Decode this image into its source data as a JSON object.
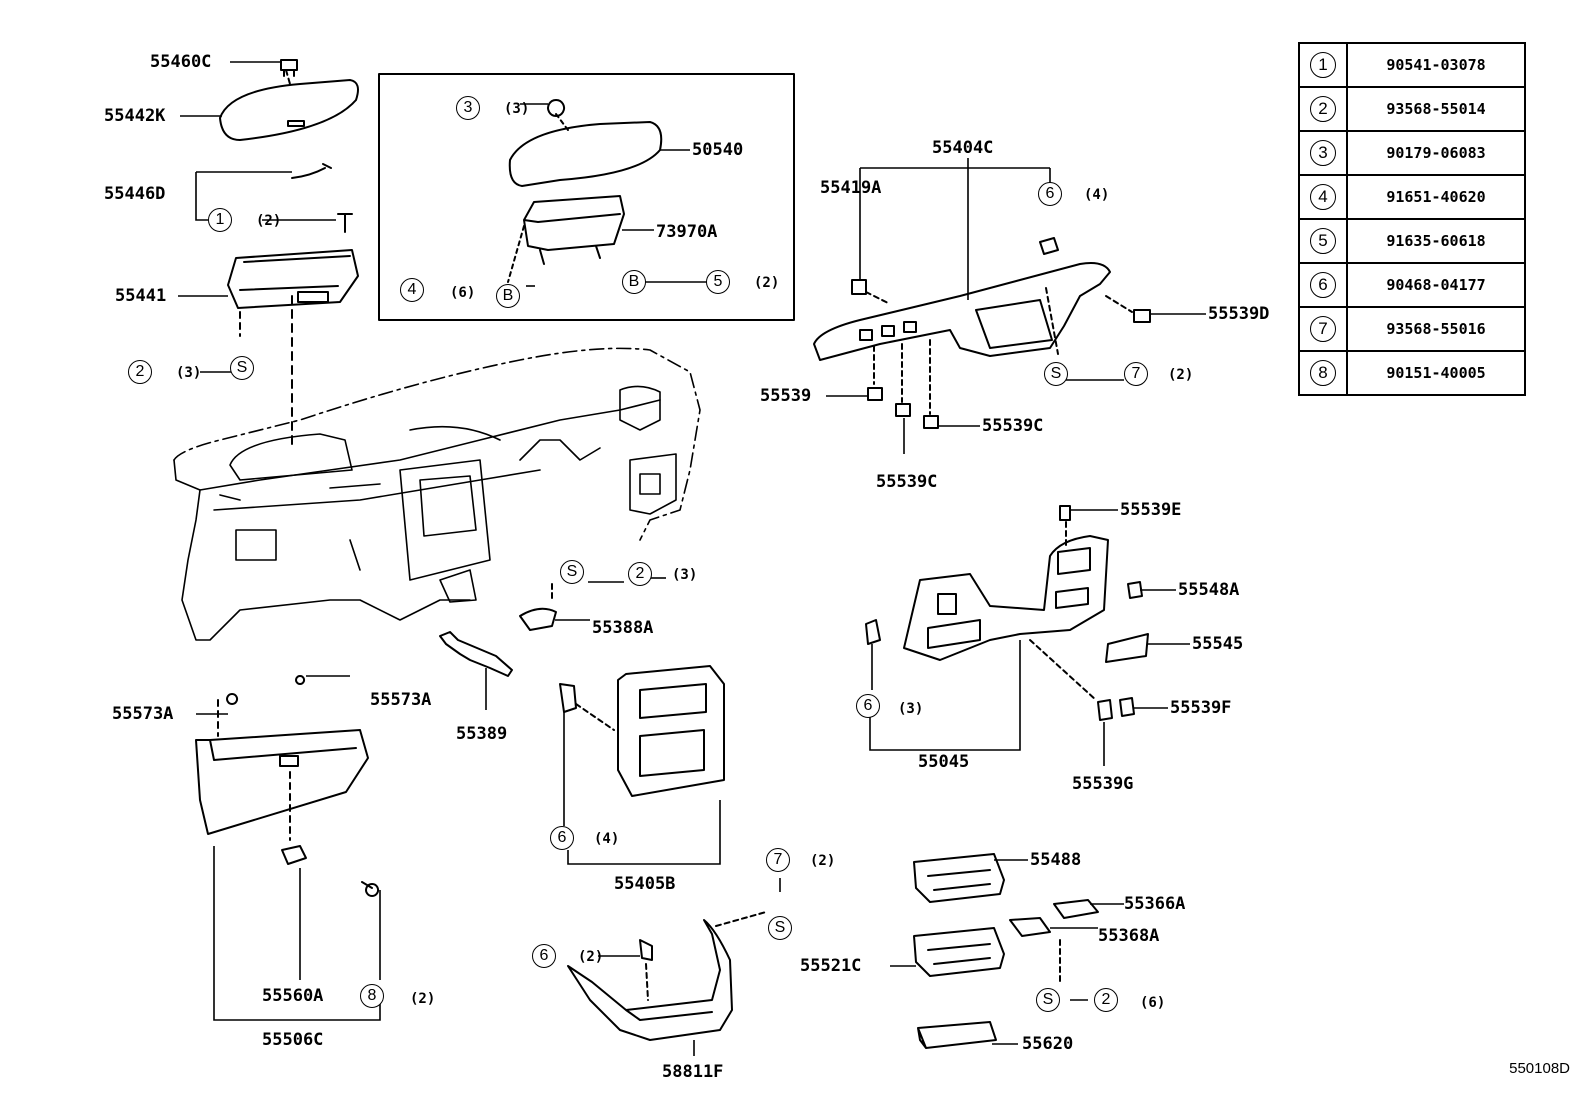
{
  "legend": [
    {
      "sym": "1",
      "part": "90541-03078"
    },
    {
      "sym": "2",
      "part": "93568-55014"
    },
    {
      "sym": "3",
      "part": "90179-06083"
    },
    {
      "sym": "4",
      "part": "91651-40620"
    },
    {
      "sym": "5",
      "part": "91635-60618"
    },
    {
      "sym": "6",
      "part": "90468-04177"
    },
    {
      "sym": "7",
      "part": "93568-55016"
    },
    {
      "sym": "8",
      "part": "90151-40005"
    }
  ],
  "parts": {
    "p55460C": "55460C",
    "p55442K": "55442K",
    "p55446D": "55446D",
    "p55441": "55441",
    "p50540": "50540",
    "p73970A": "73970A",
    "p55404C": "55404C",
    "p55419A": "55419A",
    "p55539D": "55539D",
    "p55539": "55539",
    "p55539C_a": "55539C",
    "p55539C_b": "55539C",
    "p55539E": "55539E",
    "p55548A": "55548A",
    "p55545": "55545",
    "p55539F": "55539F",
    "p55045": "55045",
    "p55539G": "55539G",
    "p55388A": "55388A",
    "p55389": "55389",
    "p55573A_a": "55573A",
    "p55573A_b": "55573A",
    "p55405B": "55405B",
    "p55560A": "55560A",
    "p55506C": "55506C",
    "p58811F": "58811F",
    "p55488": "55488",
    "p55366A": "55366A",
    "p55368A": "55368A",
    "p55521C": "55521C",
    "p55620": "55620"
  },
  "symbols": {
    "s1": "1",
    "s2a": "2",
    "sSa": "S",
    "s3": "3",
    "s4": "4",
    "sB1": "B",
    "sB2": "B",
    "s5": "5",
    "s6a": "6",
    "sSb": "S",
    "s7a": "7",
    "sSc": "S",
    "s2b": "2",
    "s6b": "6",
    "s6c": "6",
    "s7b": "7",
    "sSd": "S",
    "s6d": "6",
    "s8": "8",
    "sSe": "S",
    "s2c": "2"
  },
  "quantities": {
    "q1": "(2)",
    "q2a": "(3)",
    "q3": "(3)",
    "q4": "(6)",
    "q5": "(2)",
    "q6a": "(4)",
    "q7a": "(2)",
    "q2b": "(3)",
    "q6b": "(3)",
    "q6c": "(4)",
    "q7b": "(2)",
    "q6d": "(2)",
    "q8": "(2)",
    "q2c": "(6)"
  },
  "diagram_id": "550108D"
}
